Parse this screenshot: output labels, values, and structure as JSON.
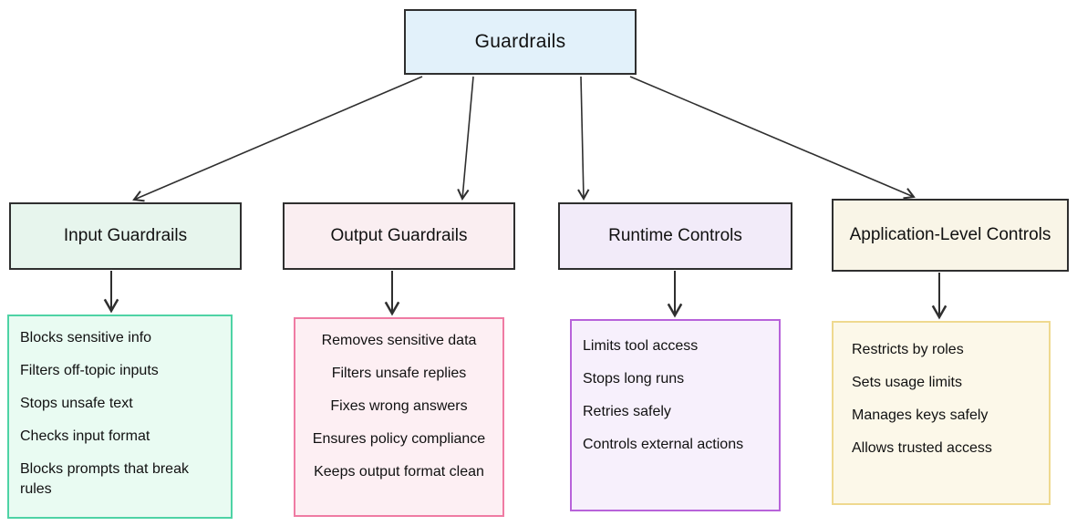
{
  "diagram": {
    "root": {
      "label": "Guardrails",
      "fill": "#e2f1fa",
      "border": "#2f2f2f"
    },
    "arrow_color": "#2f2f2f",
    "branches": [
      {
        "title": "Input Guardrails",
        "title_fill": "#e7f5ed",
        "title_border": "#2f2f2f",
        "detail_fill": "#e9fbf2",
        "detail_border": "#4ed3a5",
        "align": "left",
        "items": [
          "Blocks sensitive info",
          "Filters off-topic inputs",
          "Stops unsafe text",
          "Checks input format",
          "Blocks prompts that break rules"
        ]
      },
      {
        "title": "Output Guardrails",
        "title_fill": "#faeef1",
        "title_border": "#2f2f2f",
        "detail_fill": "#fdeff3",
        "detail_border": "#ef7ba3",
        "align": "center",
        "items": [
          "Removes sensitive data",
          "Filters unsafe replies",
          "Fixes wrong answers",
          "Ensures policy compliance",
          "Keeps output format clean"
        ]
      },
      {
        "title": "Runtime Controls",
        "title_fill": "#f2ebf9",
        "title_border": "#2f2f2f",
        "detail_fill": "#f7f0fc",
        "detail_border": "#b863da",
        "align": "left",
        "items": [
          "Limits tool access",
          "Stops long runs",
          "Retries safely",
          "Controls external actions"
        ]
      },
      {
        "title": "Application-Level Controls",
        "title_fill": "#f9f5e7",
        "title_border": "#2f2f2f",
        "detail_fill": "#fcf8e9",
        "detail_border": "#efd98f",
        "align": "left",
        "items": [
          "Restricts by roles",
          "Sets usage limits",
          "Manages keys safely",
          "Allows trusted access"
        ]
      }
    ]
  }
}
